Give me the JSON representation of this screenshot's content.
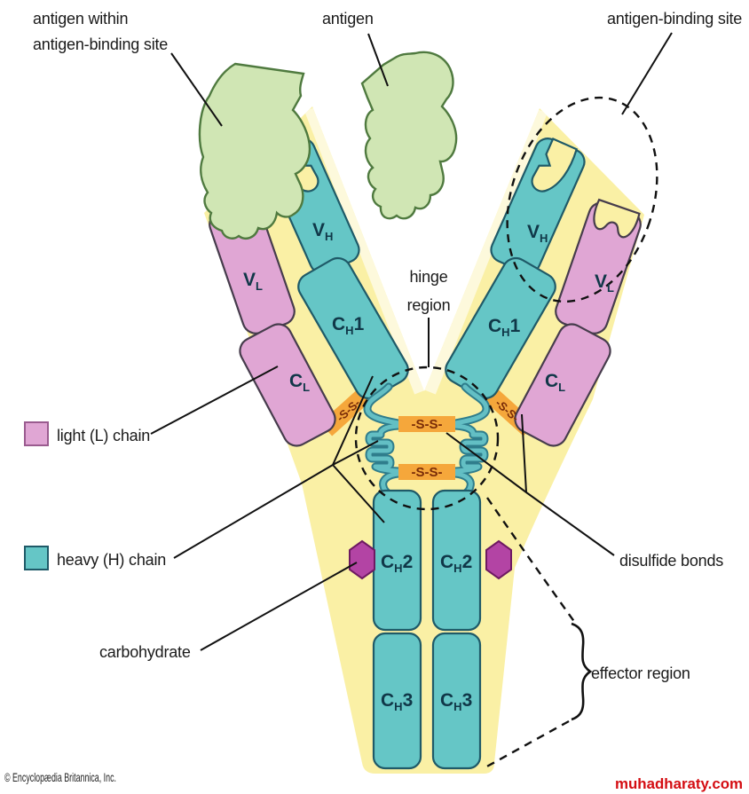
{
  "labels": {
    "antigen_within_line1": "antigen within",
    "antigen_within_line2": "antigen-binding site",
    "antigen": "antigen",
    "antigen_binding_site": "antigen-binding site",
    "hinge_line1": "hinge",
    "hinge_line2": "region",
    "light_chain": "light (L) chain",
    "heavy_chain": "heavy (H) chain",
    "carbohydrate": "carbohydrate",
    "disulfide_bonds": "disulfide bonds",
    "effector_region": "effector region",
    "copyright": "© Encyclopædia Britannica, Inc.",
    "watermark": "muhadharaty.com"
  },
  "blocks": {
    "vh": {
      "base": "V",
      "sub": "H",
      "suffix": ""
    },
    "vl": {
      "base": "V",
      "sub": "L",
      "suffix": ""
    },
    "ch1": {
      "base": "C",
      "sub": "H",
      "suffix": "1"
    },
    "cl": {
      "base": "C",
      "sub": "L",
      "suffix": ""
    },
    "ch2": {
      "base": "C",
      "sub": "H",
      "suffix": "2"
    },
    "ch3": {
      "base": "C",
      "sub": "H",
      "suffix": "3"
    }
  },
  "bonds": {
    "inter": "-S-S-",
    "intra": "-S-S-"
  },
  "colors": {
    "background_y": "#FAF0A5",
    "inner_y": "#FDF9DC",
    "light_chain_pink": "#E0A6D4",
    "heavy_chain_teal": "#65C6C6",
    "antigen_green": "#D0E6B4",
    "disulfide_orange": "#F5A73B",
    "carbohydrate_purple": "#B344A4",
    "watermark_red": "#d40d12"
  }
}
